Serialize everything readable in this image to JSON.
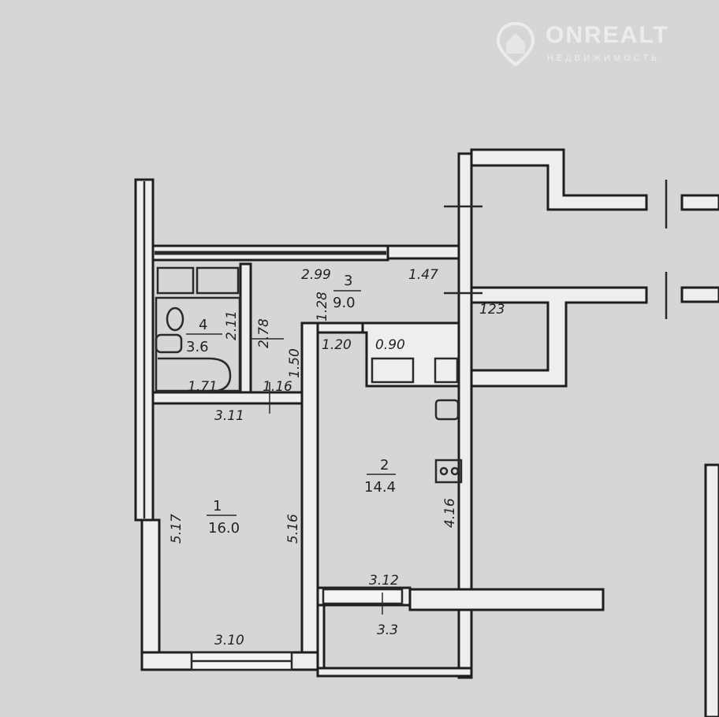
{
  "watermark": {
    "brand": "ONREALT",
    "subtitle": "НЕДВИЖИМОСТЬ"
  },
  "rooms": [
    {
      "number": "1",
      "area": "16.0"
    },
    {
      "number": "2",
      "area": "14.4"
    },
    {
      "number": "3",
      "area": "9.0"
    },
    {
      "number": "4",
      "area": "3.6"
    }
  ],
  "dimensions": {
    "d299": "2.99",
    "d147": "1.47",
    "d128": "1.28",
    "d211": "2.11",
    "d278": "2.78",
    "d150": "1.50",
    "d120": "1.20",
    "d090": "0.90",
    "d171": "1.71",
    "d116": "1.16",
    "d311": "3.11",
    "d517": "5.17",
    "d516": "5.16",
    "d416": "4.16",
    "d312": "3.12",
    "d33": "3.3",
    "d310": "3.10",
    "d123": "123"
  },
  "colors": {
    "background": "#d6d6d4",
    "wall_line": "#1e1e1e"
  }
}
